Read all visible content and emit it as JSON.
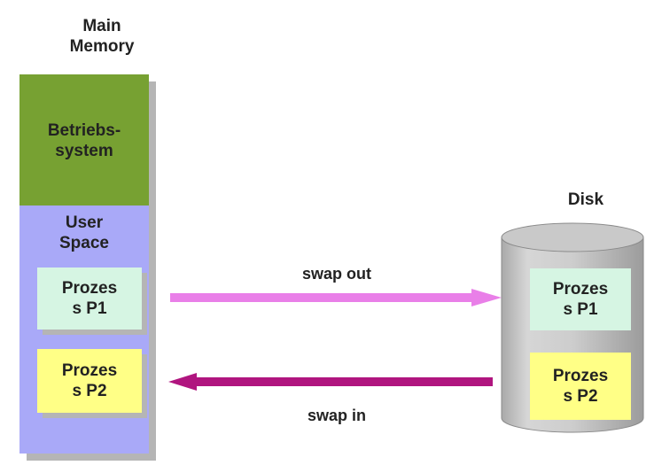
{
  "main_memory": {
    "title_line1": "Main",
    "title_line2": "Memory",
    "os_line1": "Betriebs-",
    "os_line2": "system",
    "user_line1": "User",
    "user_line2": "Space",
    "p1_line1": "Prozes",
    "p1_line2": "s P1",
    "p2_line1": "Prozes",
    "p2_line2": "s P2"
  },
  "disk": {
    "title": "Disk",
    "p1_line1": "Prozes",
    "p1_line2": "s P1",
    "p2_line1": "Prozes",
    "p2_line2": "s P2"
  },
  "arrows": {
    "swap_out": "swap out",
    "swap_in": "swap in"
  },
  "colors": {
    "os": "#77A132",
    "user_space": "#A9A9F8",
    "process_p1": "#D6F5E3",
    "process_p2": "#FFFF86",
    "swap_out_arrow": "#E97FE8",
    "swap_in_arrow": "#B0157F",
    "disk": "#C8C8C8"
  }
}
